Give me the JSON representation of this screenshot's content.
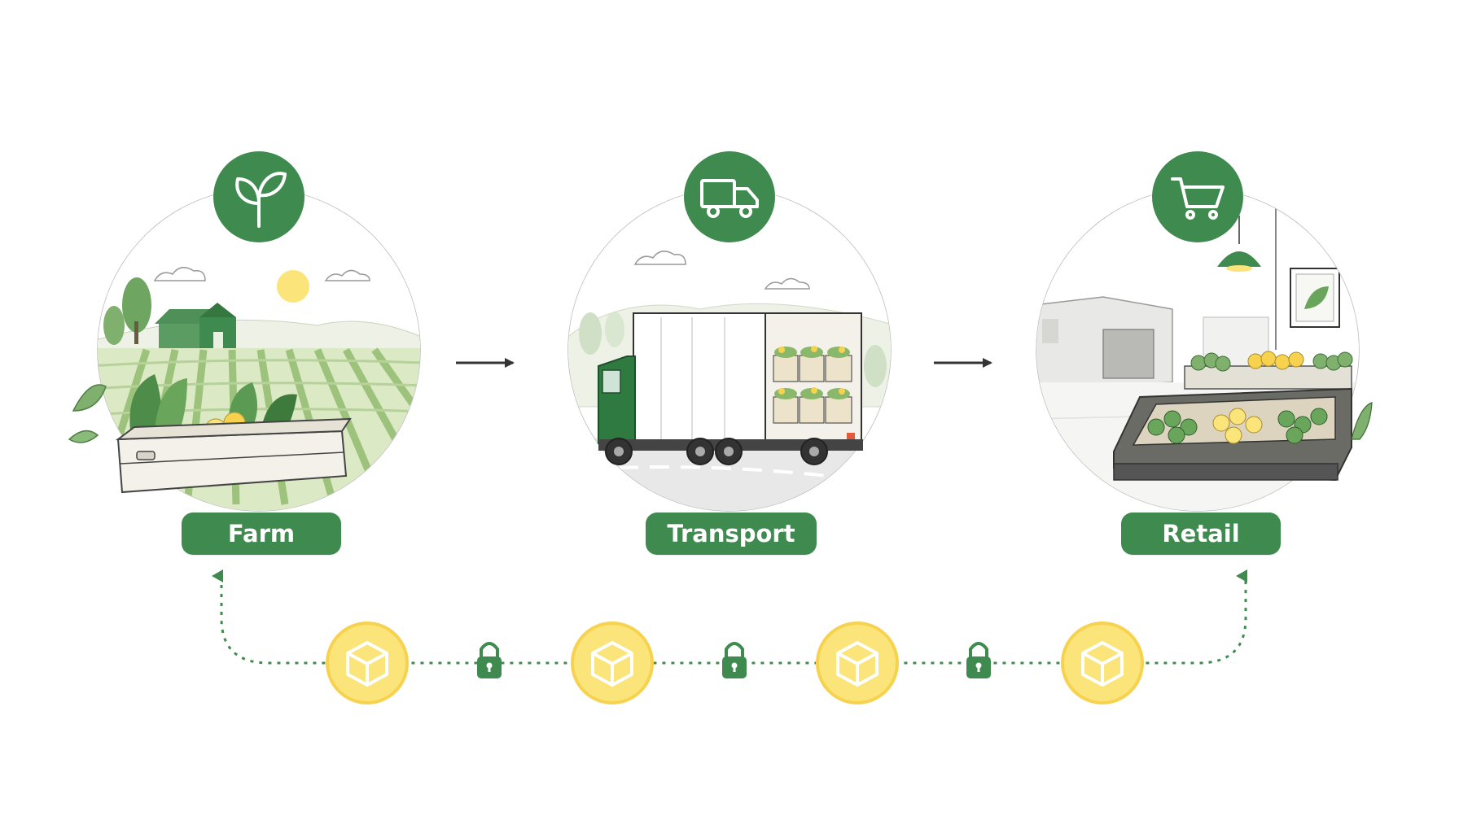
{
  "colors": {
    "brand_green": "#3f8a4f",
    "dark_green": "#2f6e3d",
    "field_light": "#dbe9c4",
    "field_dark": "#9cc27c",
    "block_yellow": "#fbe47a",
    "block_outline": "#f6d24e",
    "arrow": "#333333",
    "chain_dots": "#3f8a4f"
  },
  "stages": [
    {
      "id": "farm",
      "label": "Farm",
      "icon": "sprout-icon"
    },
    {
      "id": "transport",
      "label": "Transport",
      "icon": "truck-icon"
    },
    {
      "id": "retail",
      "label": "Retail",
      "icon": "shopping-cart-icon"
    }
  ],
  "flow": {
    "arrow_icon": "arrow-right-icon"
  },
  "chain": {
    "block_icon": "cube-icon",
    "link_icon": "padlock-icon",
    "blocks": 4,
    "locks": 3
  }
}
